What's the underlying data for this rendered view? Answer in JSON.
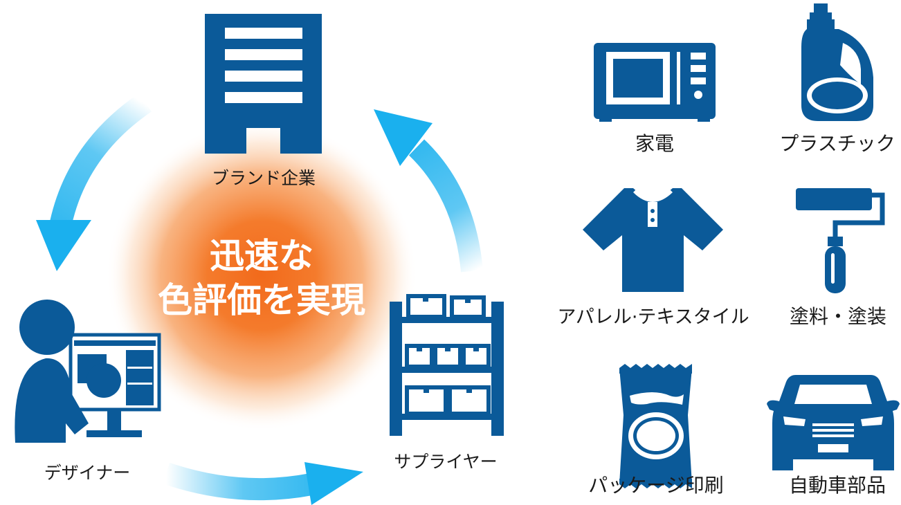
{
  "cycle": {
    "center_line1": "迅速な",
    "center_line2": "色評価を実現",
    "nodes": {
      "brand": "ブランド企業",
      "designer": "デザイナー",
      "supplier": "サプライヤー"
    }
  },
  "industries": {
    "appliance": "家電",
    "plastic": "プラスチック",
    "apparel": "アパレル·テキスタイル",
    "paint": "塗料・塗装",
    "packaging": "パッケージ印刷",
    "auto": "自動車部品"
  },
  "colors": {
    "icon_blue": "#0b5a99",
    "arrow_blue": "#1ab0ee",
    "glow_orange": "#f37021"
  }
}
